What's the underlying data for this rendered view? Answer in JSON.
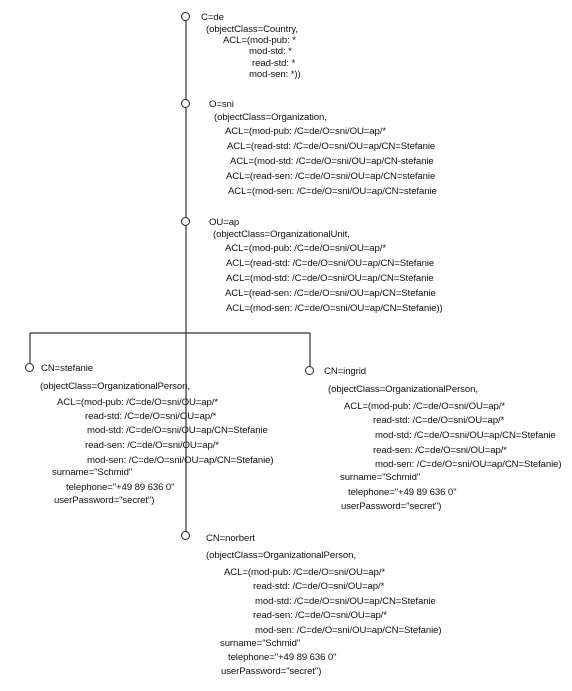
{
  "nodes": {
    "country": {
      "name": "C=de",
      "object_class": "(objectClass=Country,",
      "acl": [
        "ACL=(mod-pub: *",
        "mod-std: *",
        "read-std: *",
        "mod-sen: *))"
      ]
    },
    "organization": {
      "name": "O=sni",
      "object_class": "(objectClass=Organization,",
      "acl": [
        "ACL=(mod-pub: /C=de/O=sni/OU=ap/*",
        "ACL=(read-std: /C=de/O=sni/OU=ap/CN=Stefanie",
        "ACL=(mod-std: /C=de/O=sni/OU=ap/CN-stefanie",
        "ACL=(read-sen: /C=de/O=sni/OU=ap/CN=stefanie",
        "ACL=(mod-sen: /C=de/O=sni/OU=ap/CN=stefanie"
      ]
    },
    "org_unit": {
      "name": "OU=ap",
      "object_class": "(objectClass=OrganizationalUnit,",
      "acl": [
        "ACL=(mod-pub: /C=de/O=sni/OU=ap/*",
        "ACL=(read-std: /C=de/O=sni/OU=ap/CN=Stefanie",
        "ACL=(mod-std: /C=de/O=sni/OU=ap/CN=Stefanie",
        "ACL=(read-sen: /C=de/O=sni/OU=ap/CN=Stefanie",
        "ACL=(mod-sen: /C=de/O=sni/OU=ap/CN=Stefanie))"
      ]
    },
    "stefanie": {
      "name": "CN=stefanie",
      "object_class": "(objectClass=OrganizationalPerson,",
      "acl": [
        "ACL=(mod-pub: /C=de/O=sni/OU=ap/*",
        "read-std: /C=de/O=sni/OU=ap/*",
        "mod-std: /C=de/O=sni/OU=ap/CN=Stefanie",
        "read-sen: /C=de/O=sni/OU=ap/*",
        "mod-sen: /C=de/O=sni/OU=ap/CN=Stefanie)"
      ],
      "surname": "surname=\"Schmid\"",
      "telephone": "telephone=\"+49 89 636 0\"",
      "password": "userPassword=\"secret\")"
    },
    "ingrid": {
      "name": "CN=ingrid",
      "object_class": "(objectClass=OrganizationalPerson,",
      "acl": [
        "ACL=(mod-pub: /C=de/O=sni/OU=ap/*",
        "read-std: /C=de/O=sni/OU=ap/*",
        "mod-std: /C=de/O=sni/OU=ap/CN=Stefanie",
        "read-sen: /C=de/O=sni/OU=ap/*",
        "mod-sen: /C=de/O=sni/OU=ap/CN=Stefanie)"
      ],
      "surname": "surname=\"Schmid\"",
      "telephone": "telephone=\"+49 89 636 0\"",
      "password": "userPassword=\"secret\")"
    },
    "norbert": {
      "name": "CN=norbert",
      "object_class": "(objectClass=OrganizationalPerson,",
      "acl": [
        "ACL=(mod-pub: /C=de/O=sni/OU=ap/*",
        "read-std: /C=de/O=sni/OU=ap/*",
        "mod-std: /C=de/O=sni/OU=ap/CN=Stefanie",
        "read-sen: /C=de/O=sni/OU=ap/*",
        "mod-sen: /C=de/O=sni/OU=ap/CN=Stefanie)"
      ],
      "surname": "surname=\"Schmid\"",
      "telephone": "telephone=\"+49 89 636 0\"",
      "password": "userPassword=\"secret\")"
    }
  }
}
